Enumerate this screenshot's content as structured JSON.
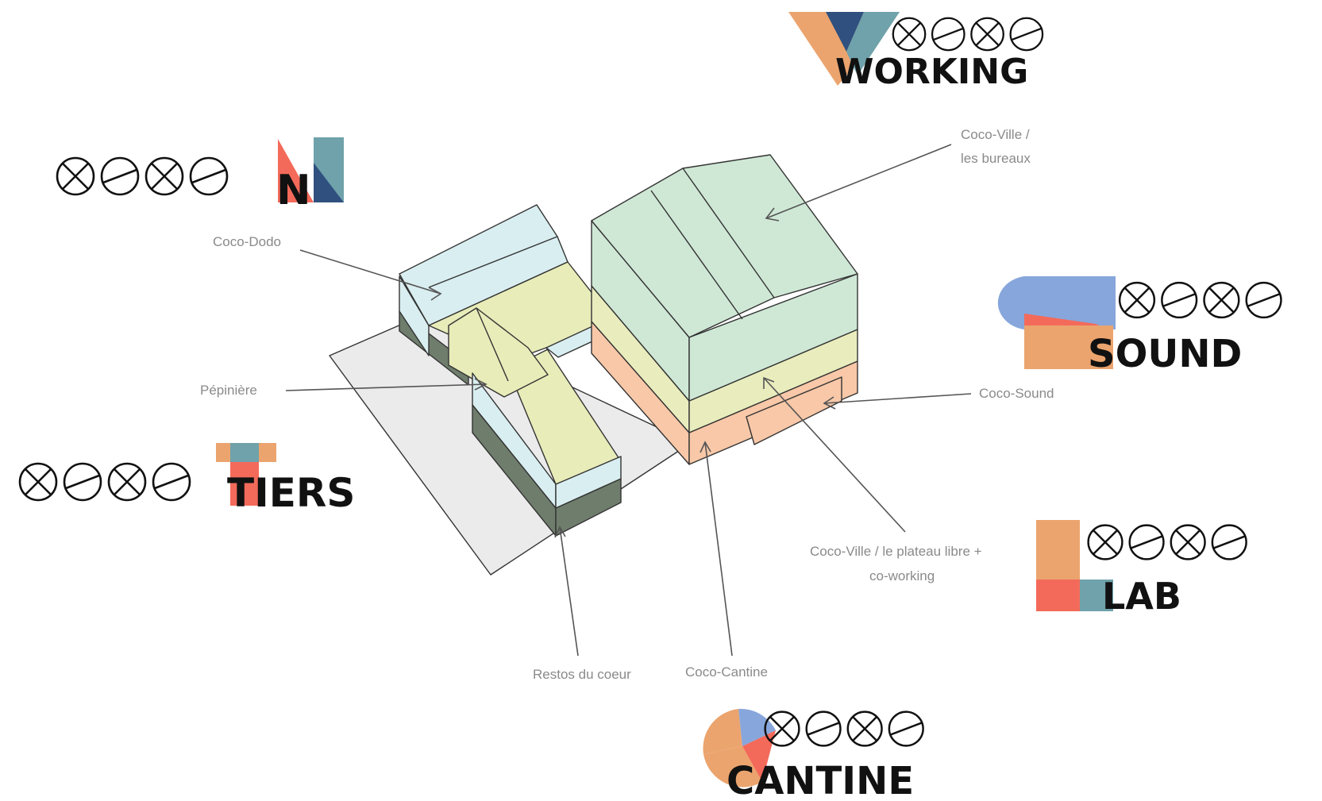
{
  "colors": {
    "ground": "#ebebeb",
    "dodo_roof": "#d9eef0",
    "pepiniere": "#e8ecb9",
    "bureaux": "#cfe8d6",
    "plateau": "#e9edbd",
    "cantine": "#f8c8a8",
    "base_dark": "#6f7d6c",
    "orange": "#eba46e",
    "navy": "#30507f",
    "teal": "#6fa2ab",
    "red": "#f46a5a",
    "blue": "#87a6dc"
  },
  "labels": {
    "coco_ville_bureaux_l1": "Coco-Ville /",
    "coco_ville_bureaux_l2": "les bureaux",
    "coco_dodo": "Coco-Dodo",
    "pepiniere": "Pépinière",
    "coco_sound": "Coco-Sound",
    "coco_ville_plateau_l1": "Coco-Ville / le plateau libre +",
    "coco_ville_plateau_l2": "co-working",
    "restos_du_coeur": "Restos du coeur",
    "coco_cantine": "Coco-Cantine"
  },
  "logos": {
    "working": "WORKING",
    "cocon": "N",
    "sound": "SOUND",
    "tiers": "TIERS",
    "lab": "LAB",
    "cantine": "CANTINE"
  }
}
